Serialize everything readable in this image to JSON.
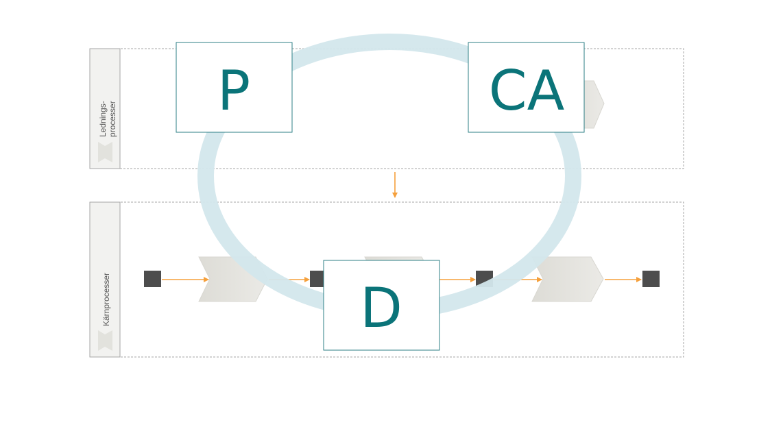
{
  "lanes": {
    "management": {
      "label_line1": "Lednings-",
      "label_line2": "processer"
    },
    "core": {
      "label": "Kärnprocesser"
    }
  },
  "pdca": {
    "plan": "P",
    "do": "D",
    "check_act": "CA"
  },
  "colors": {
    "cycle_ring": "#d3e7ec",
    "letter": "#0b7479",
    "box_border": "#2d7f86",
    "arrow": "#f5a03c",
    "node": "#4d4d4d",
    "chevron": "#e4e3de",
    "lane_border": "#a6a6a6",
    "lane_header": "#f2f2f0"
  }
}
